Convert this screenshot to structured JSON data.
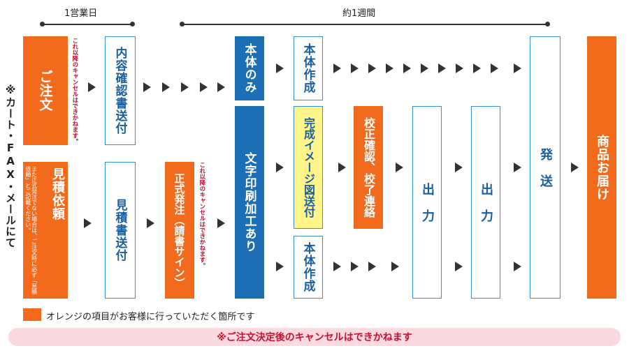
{
  "timeline": {
    "day1": "1営業日",
    "week": "約1週間"
  },
  "side_note": "※カート・FAX・メールにて",
  "steps": {
    "order": "ご注文",
    "estimate_request": "見積依頼",
    "estimate_note": "また正式発注でない場合は、ご注文時に必ず「見積依頼」とご記載ください。",
    "confirm_content": "内容確認書送付",
    "send_estimate": "見積書送付",
    "formal_order": "正式発注（請書サイン）",
    "body_only": "本体のみ",
    "print_processing": "文字印刷加工あり",
    "body_make_top": "本体作成",
    "image_send": "完成イメージ図送付",
    "body_make_bottom": "本体作成",
    "proof": "校正確認、校了連絡",
    "output1": "出　力",
    "output2": "出　力",
    "ship": "発　送",
    "deliver": "商品お届け"
  },
  "cancel_note_1": "これ以降のキャンセルはできかねます。",
  "cancel_note_2": "これ以降のキャンセルはできかねます。",
  "legend": {
    "label": "オレンジの項目がお客様に行っていただく箇所です"
  },
  "footer": {
    "text": "※ご注文決定後のキャンセルはできかねます"
  },
  "colors": {
    "orange": "#f26b1d",
    "blue": "#1a6fb5",
    "outline": "#3a8fd0",
    "yellow": "#fff58a",
    "red": "#c8102e",
    "pink": "#fbd9e0"
  }
}
